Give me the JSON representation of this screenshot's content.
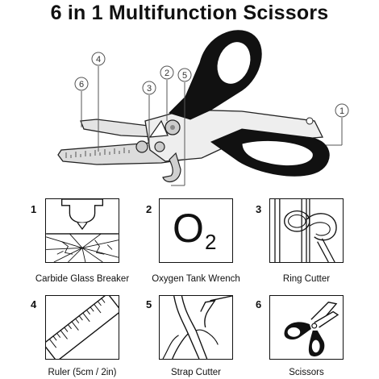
{
  "title": "6 in 1 Multifunction Scissors",
  "diagram_callouts": [
    "1",
    "2",
    "3",
    "4",
    "5",
    "6"
  ],
  "features": [
    {
      "number": "1",
      "label": "Carbide Glass Breaker",
      "icon": "glass-breaker-icon"
    },
    {
      "number": "2",
      "label": "Oxygen Tank Wrench",
      "icon": "oxygen-wrench-icon",
      "symbol": "O",
      "subscript": "2"
    },
    {
      "number": "3",
      "label": "Ring Cutter",
      "icon": "ring-cutter-icon"
    },
    {
      "number": "4",
      "label": "Ruler (5cm / 2in)",
      "icon": "ruler-icon"
    },
    {
      "number": "5",
      "label": "Strap Cutter",
      "icon": "strap-cutter-icon"
    },
    {
      "number": "6",
      "label": "Scissors",
      "icon": "scissors-icon"
    }
  ],
  "colors": {
    "handle": "#111111",
    "blade": "#d8d8d8",
    "outline": "#222222",
    "callout": "#555555"
  }
}
